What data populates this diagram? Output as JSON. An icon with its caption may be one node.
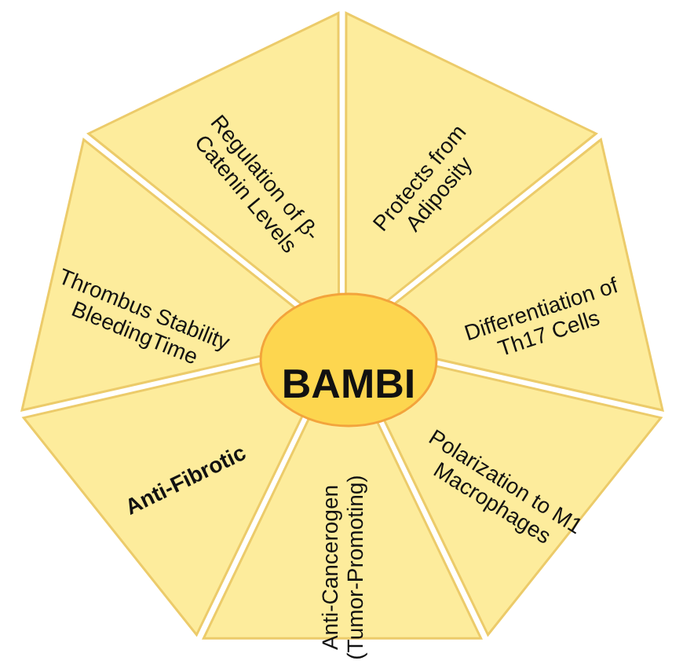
{
  "diagram": {
    "nodes": [
      {
        "text": [
          "BAMBI"
        ]
      },
      {
        "text": [
          "Regulation of β-Catenin Levels"
        ]
      },
      {
        "text": [
          "Protects from Adiposity"
        ]
      },
      {
        "text": [
          "Differentiation of Th17 Cells"
        ]
      },
      {
        "text": [
          "Polarization to M1 Macrophages"
        ]
      },
      {
        "text": [
          "Anti-Cancerogen (Tumor-Promoting)"
        ]
      },
      {
        "text": [
          "Anti-Fibrotic"
        ]
      },
      {
        "text": [
          "Thrombus Stability BleedingTime"
        ]
      }
    ]
  }
}
